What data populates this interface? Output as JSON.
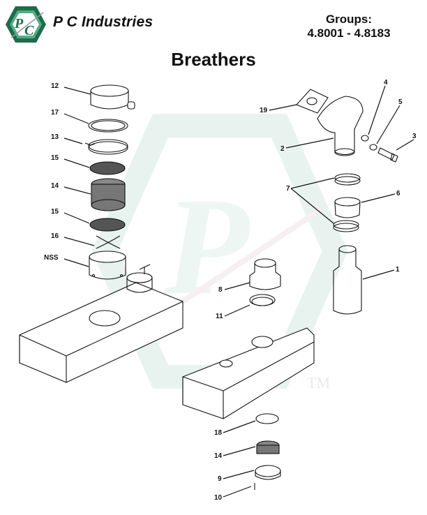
{
  "header": {
    "company_name": "P C Industries",
    "logo_letters": "PC",
    "logo_tm": "TM",
    "groups_label": "Groups:",
    "groups_range": "4.8001 - 4.8183"
  },
  "page_title": "Breathers",
  "watermark": {
    "letter": "P",
    "tm": "TM",
    "color": "#e6f2ee"
  },
  "colors": {
    "logo_green_dark": "#1f6b4a",
    "logo_green_light": "#4fae84",
    "line": "#111111"
  },
  "callouts": [
    {
      "id": "12",
      "label": "12"
    },
    {
      "id": "17",
      "label": "17"
    },
    {
      "id": "13",
      "label": "13"
    },
    {
      "id": "15a",
      "label": "15"
    },
    {
      "id": "14a",
      "label": "14"
    },
    {
      "id": "15b",
      "label": "15"
    },
    {
      "id": "16",
      "label": "16"
    },
    {
      "id": "NSS",
      "label": "NSS"
    },
    {
      "id": "19",
      "label": "19"
    },
    {
      "id": "4",
      "label": "4"
    },
    {
      "id": "5",
      "label": "5"
    },
    {
      "id": "3",
      "label": "3"
    },
    {
      "id": "2",
      "label": "2"
    },
    {
      "id": "7",
      "label": "7"
    },
    {
      "id": "6",
      "label": "6"
    },
    {
      "id": "1",
      "label": "1"
    },
    {
      "id": "8",
      "label": "8"
    },
    {
      "id": "11",
      "label": "11"
    },
    {
      "id": "18",
      "label": "18"
    },
    {
      "id": "14b",
      "label": "14"
    },
    {
      "id": "9",
      "label": "9"
    },
    {
      "id": "10",
      "label": "10"
    }
  ]
}
